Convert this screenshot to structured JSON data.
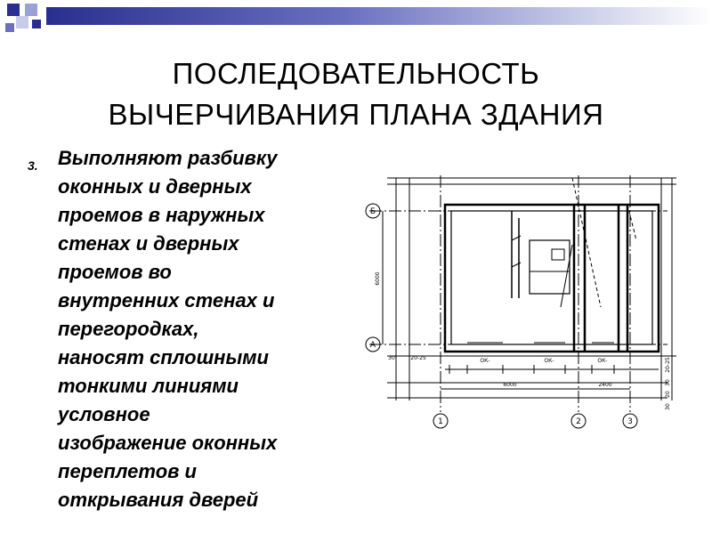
{
  "slide": {
    "title_lines": [
      "ПОСЛЕДОВАТЕЛЬНОСТЬ",
      "ВЫЧЕРЧИВАНИЯ ПЛАНА ЗДАНИЯ"
    ],
    "bullet_number": "3.",
    "body_lines": [
      "Выполняют разбивку",
      "оконных и дверных",
      "проемов в наружных",
      "стенах и дверных",
      "проемов во",
      "внутренних стенах  и",
      "перегородках,",
      "наносят сплошными",
      "тонкими линиями",
      "условное",
      "изображение оконных",
      "переплетов и",
      "открывания дверей"
    ],
    "accent_color": "#2a2f8f"
  },
  "drawing": {
    "axis_letters": [
      "Б",
      "А"
    ],
    "axis_numbers": [
      "1",
      "2",
      "3"
    ],
    "dim_vertical": "6000",
    "dim_bottom": [
      "6000",
      "2400"
    ],
    "window_labels": [
      "ОК-",
      "ОК-",
      "ОК-"
    ],
    "left_dims": [
      "30",
      "20-25"
    ],
    "right_dims": [
      "20-25",
      "30",
      "20",
      "30"
    ]
  }
}
